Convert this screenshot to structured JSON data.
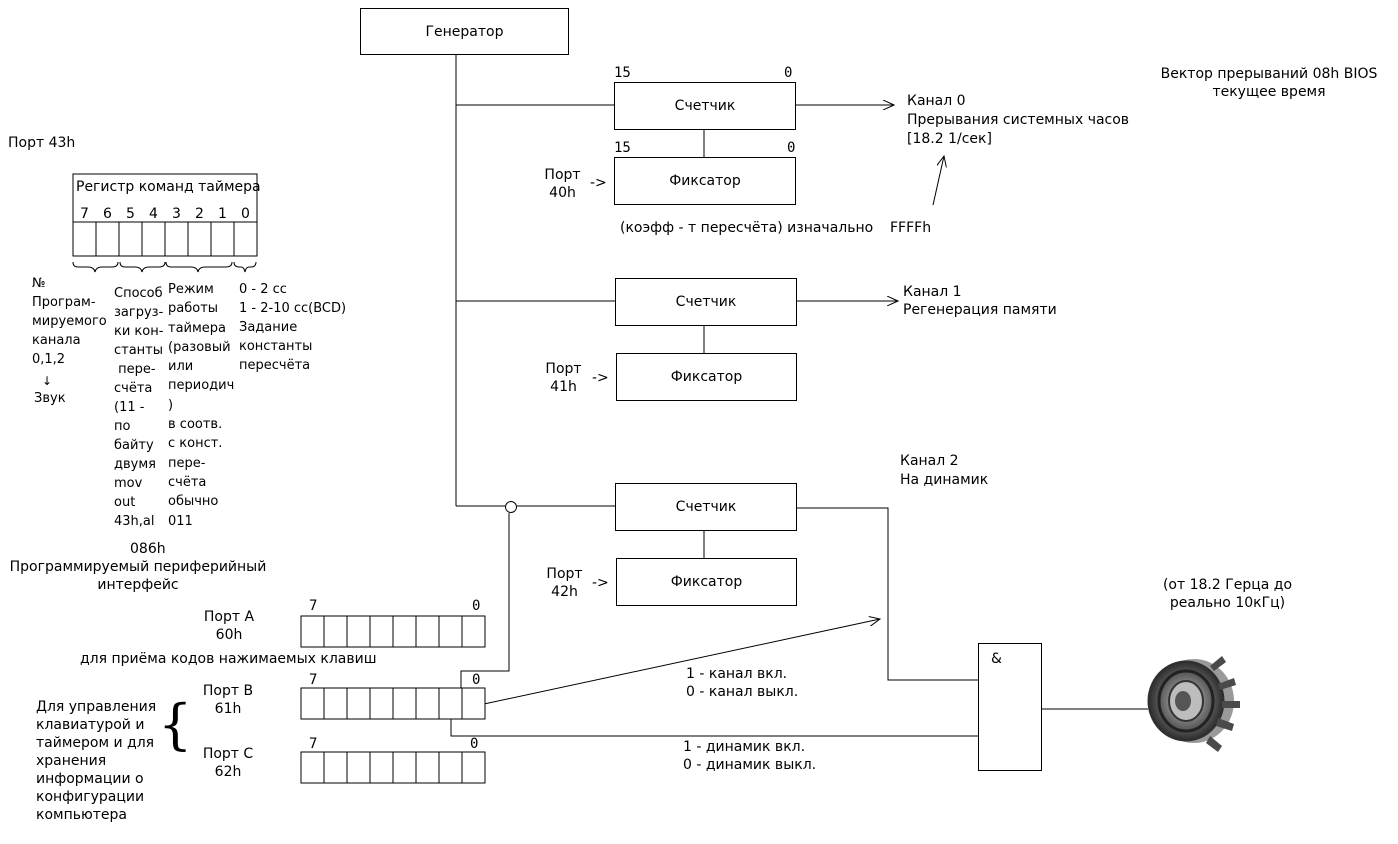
{
  "generator": "Генератор",
  "channels": [
    {
      "counter": "Счетчик",
      "latch": "Фиксатор",
      "port_label": "Порт",
      "port_addr": "40h",
      "arrow": "->",
      "bit_hi": "15",
      "bit_lo": "0",
      "latch_bit_hi": "15",
      "latch_bit_lo": "0",
      "name": "Канал 0",
      "desc": "Прерывания системных часов",
      "rate": "[18.2 1/сек]"
    },
    {
      "counter": "Счетчик",
      "latch": "Фиксатор",
      "port_label": "Порт",
      "port_addr": "41h",
      "arrow": "->",
      "name": "Канал 1",
      "desc": "Регенерация памяти"
    },
    {
      "counter": "Счетчик",
      "latch": "Фиксатор",
      "port_label": "Порт",
      "port_addr": "42h",
      "arrow": "->",
      "name": "Канал 2",
      "desc": "На динамик"
    }
  ],
  "coef_note": "(коэфф - т пересчёта)  изначально",
  "coef_value": "FFFFh",
  "bios_note": [
    "Вектор прерываний 08h BIOS",
    "текущее время"
  ],
  "port43": "Порт 43h",
  "register": {
    "title": "Регистр команд таймера",
    "bits": [
      "7",
      "6",
      "5",
      "4",
      "3",
      "2",
      "1",
      "0"
    ]
  },
  "fields": {
    "f1": "№\nПрограм-\nмируемого\nканала\n0,1,2",
    "f1_arrow": "↓",
    "f1_sound": "Звук",
    "f2": "Способ\nзагруз-\nки кон-\nстанты\n пере-\nсчёта\n(11 -\nпо\nбайту\nдвумя\nmov\nout\n43h,al",
    "f3": "Режим\nработы\nтаймера\n(разовый\nили\nпериодич\n)\nв соотв.\nс конст.\nпере-\nсчёта\nобычно\n011",
    "f4": "0 - 2 сс\n1 - 2-10 сс(BCD)\nЗадание\nконстанты\nпересчёта"
  },
  "ppi": {
    "chip": "086h",
    "title": [
      "Программируемый периферийный",
      "интерфейс"
    ],
    "port_a": {
      "name": "Порт A",
      "addr": "60h",
      "hi": "7",
      "lo": "0",
      "desc": "для приёма кодов нажимаемых клавиш"
    },
    "port_b": {
      "name": "Порт B",
      "addr": "61h",
      "hi": "7",
      "lo": "0"
    },
    "port_c": {
      "name": "Порт C",
      "addr": "62h",
      "hi": "7",
      "lo": "0"
    },
    "bc_desc": "Для управления\nклавиатурой и\nтаймером и для\nхранения\nинформации о\nконфигурации\nкомпьютера",
    "brace": "{"
  },
  "bit1_note": [
    "1 - канал вкл.",
    "0 - канал выкл."
  ],
  "bit0_note": [
    "1 - динамик вкл.",
    "0 - динамик выкл."
  ],
  "and_gate": "&",
  "speaker_note": [
    "(от 18.2 Герца до",
    "реально 10кГц)"
  ]
}
